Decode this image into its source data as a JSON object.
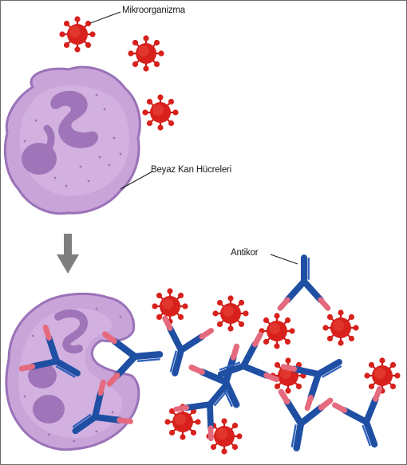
{
  "labels": {
    "microorganism": "Mikroorganizma",
    "white_blood_cells": "Beyaz Kan Hücreleri",
    "antibody": "Antikor"
  },
  "colors": {
    "virus": "#d8211c",
    "virus_dark": "#a8120e",
    "cell": "#c9a4d9",
    "cell_dark": "#9a72b8",
    "nucleus": "#9f74b8",
    "antibody_blue": "#1f4fa3",
    "antibody_pink": "#e56a7e",
    "arrow": "#7f7f7f"
  },
  "icons": [
    "virus-icon",
    "white-blood-cell-icon",
    "antibody-icon",
    "down-arrow-icon"
  ]
}
